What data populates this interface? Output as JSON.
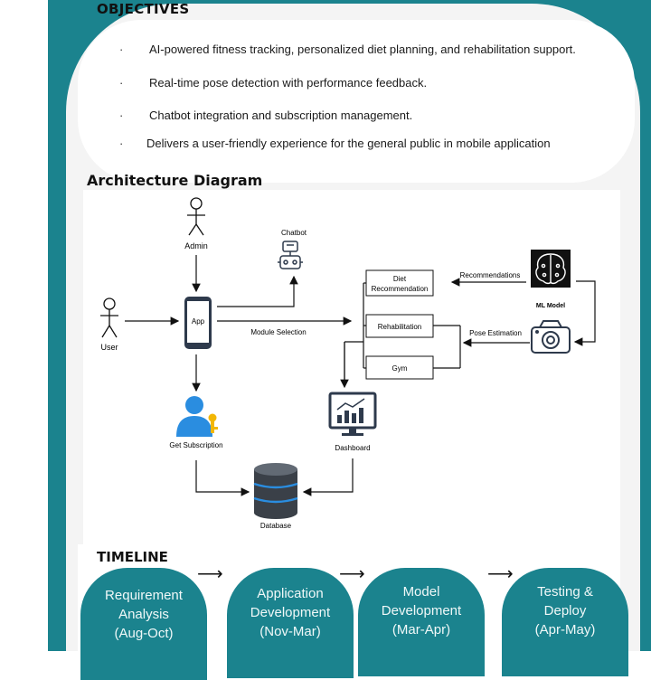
{
  "objectives": {
    "title": "OBJECTIVES",
    "items": [
      "AI-powered fitness tracking, personalized diet planning, and rehabilitation support.",
      "Real-time pose detection with performance feedback.",
      "Chatbot integration and subscription management.",
      "Delivers a user-friendly experience for the general public in mobile application"
    ],
    "bullet": "·"
  },
  "architecture": {
    "title": "Architecture Diagram",
    "nodes": {
      "admin": "Admin",
      "user": "User",
      "app": "App",
      "chatbot": "Chatbot",
      "subscription": "Get Subscription",
      "database": "Database",
      "dashboard": "Dashboard",
      "diet_line1": "Diet",
      "diet_line2": "Recommendation",
      "rehab": "Rehabilitation",
      "gym": "Gym",
      "ml_model": "ML Model"
    },
    "edges": {
      "module_selection": "Module Selection",
      "recommendations": "Recommendations",
      "pose_estimation": "Pose Estimation"
    }
  },
  "timeline": {
    "title": "TIMELINE",
    "arrow": "⟶",
    "phases": [
      {
        "line1": "Requirement",
        "line2": "Analysis",
        "line3": "(Aug-Oct)"
      },
      {
        "line1": "Application",
        "line2": "Development",
        "line3": "(Nov-Mar)"
      },
      {
        "line1": "Model",
        "line2": "Development",
        "line3": "(Mar-Apr)"
      },
      {
        "line1": "Testing &",
        "line2": "Deploy",
        "line3": "(Apr-May)"
      }
    ]
  },
  "colors": {
    "teal": "#1b838e",
    "dark": "#2e3a4c",
    "blue": "#2a8de0",
    "gold": "#f2b705"
  }
}
